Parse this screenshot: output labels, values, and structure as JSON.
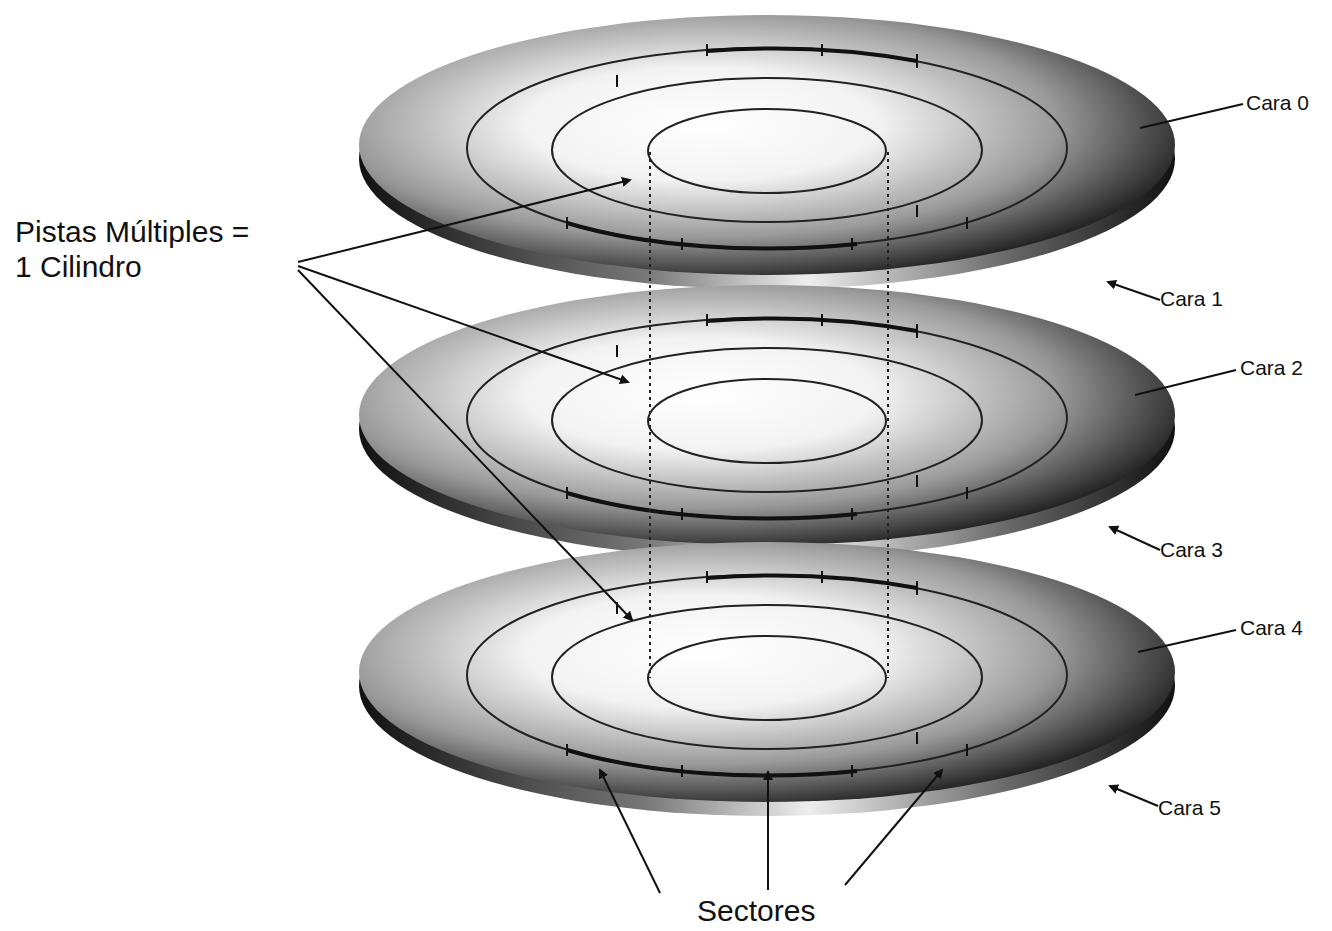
{
  "diagram": {
    "labels": [
      "Pistas Múltiples = 1 Cilindro",
      "Cara 0",
      "Cara 1",
      "Cara 2",
      "Cara 3",
      "Cara 4",
      "Cara 5",
      "Sectores"
    ]
  }
}
